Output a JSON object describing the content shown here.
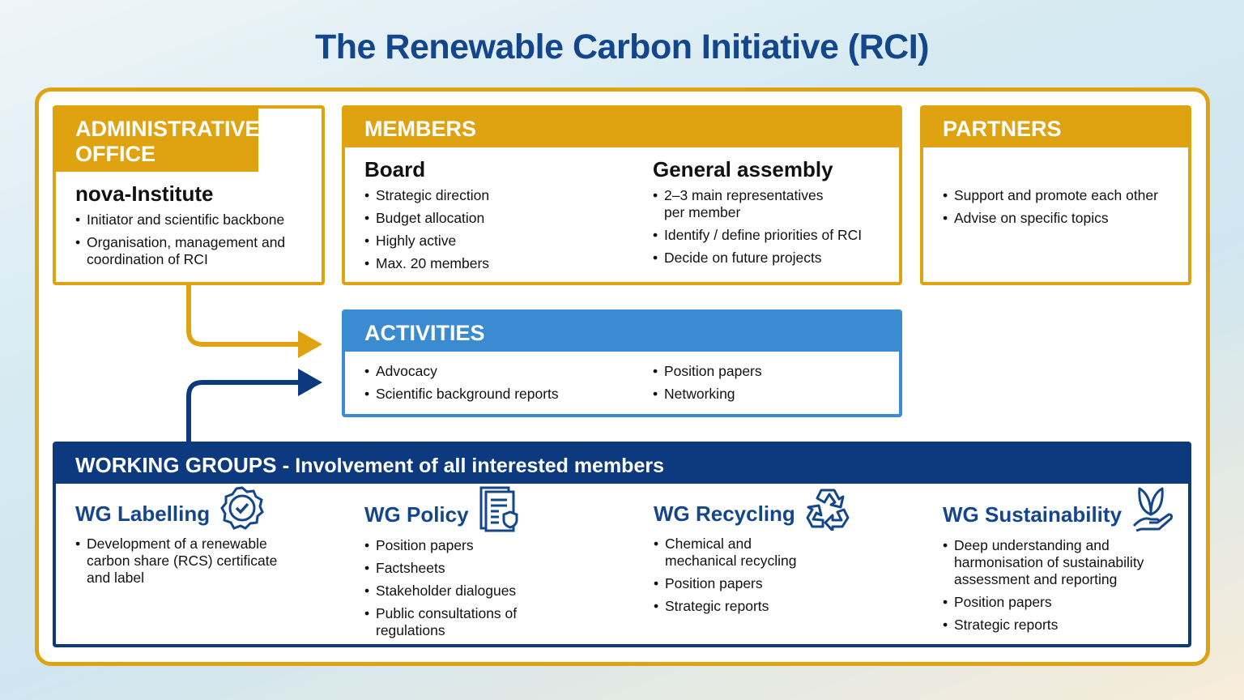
{
  "title": "The Renewable Carbon Initiative (RCI)",
  "admin": {
    "header": "ADMINISTRATIVE OFFICE",
    "subtitle": "nova-Institute",
    "items": [
      "Initiator and scientific backbone",
      "Organisation, management and coordination of RCI"
    ]
  },
  "members": {
    "header": "MEMBERS",
    "board": {
      "title": "Board",
      "items": [
        "Strategic direction",
        "Budget allocation",
        "Highly active",
        "Max. 20 members"
      ]
    },
    "assembly": {
      "title": "General assembly",
      "items": [
        "2–3 main representatives per member",
        "Identify / define priorities of RCI",
        "Decide on future projects"
      ]
    }
  },
  "partners": {
    "header": "PARTNERS",
    "items": [
      "Support and promote each other",
      "Advise on specific topics"
    ]
  },
  "activities": {
    "header": "ACTIVITIES",
    "left": [
      "Advocacy",
      "Scientific background reports"
    ],
    "right": [
      "Position papers",
      "Networking"
    ]
  },
  "working_groups": {
    "header_bold": "WORKING GROUPS -",
    "header_rest": " Involvement of all interested members",
    "groups": [
      {
        "title": "WG Labelling",
        "icon": "badge-check-icon",
        "items": [
          "Development of a renewable carbon share (RCS) certificate and label"
        ]
      },
      {
        "title": "WG Policy",
        "icon": "document-shield-icon",
        "items": [
          "Position papers",
          "Factsheets",
          "Stakeholder dialogues",
          "Public consultations of regulations"
        ]
      },
      {
        "title": "WG Recycling",
        "icon": "recycle-icon",
        "items": [
          "Chemical and mechanical recycling",
          "Position papers",
          "Strategic reports"
        ]
      },
      {
        "title": "WG Sustainability",
        "icon": "hand-leaf-icon",
        "items": [
          "Deep understanding and harmonisation of sustainability assessment and reporting",
          "Position papers",
          "Strategic reports"
        ]
      }
    ]
  },
  "colors": {
    "gold": "#dfa312",
    "blue": "#3b8bd0",
    "navy": "#0d3a7e",
    "title": "#13468a"
  }
}
